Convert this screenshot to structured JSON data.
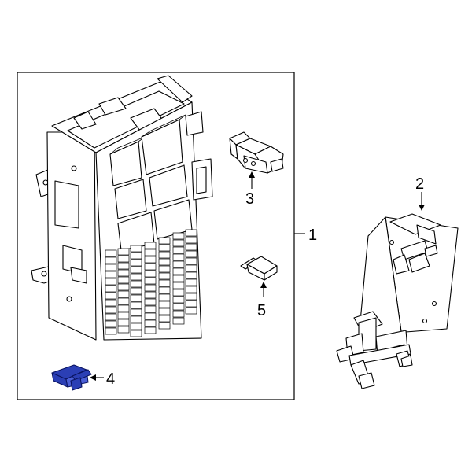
{
  "callouts": [
    {
      "id": "1",
      "label": "1"
    },
    {
      "id": "2",
      "label": "2"
    },
    {
      "id": "3",
      "label": "3"
    },
    {
      "id": "4",
      "label": "4"
    },
    {
      "id": "5",
      "label": "5"
    }
  ],
  "colors": {
    "line": "#000000",
    "highlight": "#2b3fb5",
    "background": "#ffffff"
  }
}
